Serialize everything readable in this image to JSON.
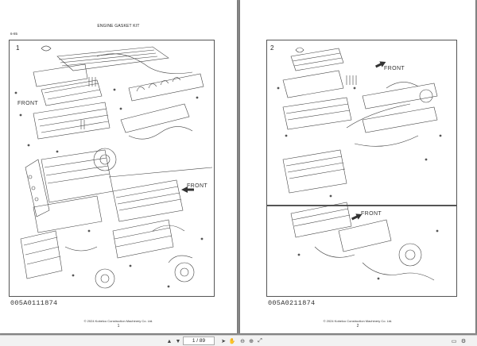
{
  "document": {
    "pages": [
      {
        "title": "ENGINE GASKET KIT",
        "ref": "6-85",
        "fig_num": "1",
        "front_upper": "FRONT",
        "front_lower": "FRONT",
        "part_code": "005A0111874",
        "copyright": "© 2024 Kobelco Construction Machinery Co. Ltd.",
        "page_number": "1"
      },
      {
        "fig_num": "2",
        "front_upper": "FRONT",
        "front_lower": "FRONT",
        "part_code": "005A0211874",
        "copyright": "© 2024 Kobelco Construction Machinery Co. Ltd.",
        "page_number": "2"
      }
    ]
  },
  "toolbar": {
    "page_value": "1 / 89",
    "icons": [
      "prev-page-icon",
      "next-page-icon",
      "select-icon",
      "hand-icon",
      "zoom-out-icon",
      "zoom-in-icon",
      "fit-icon",
      "view-icon",
      "settings-icon"
    ]
  }
}
